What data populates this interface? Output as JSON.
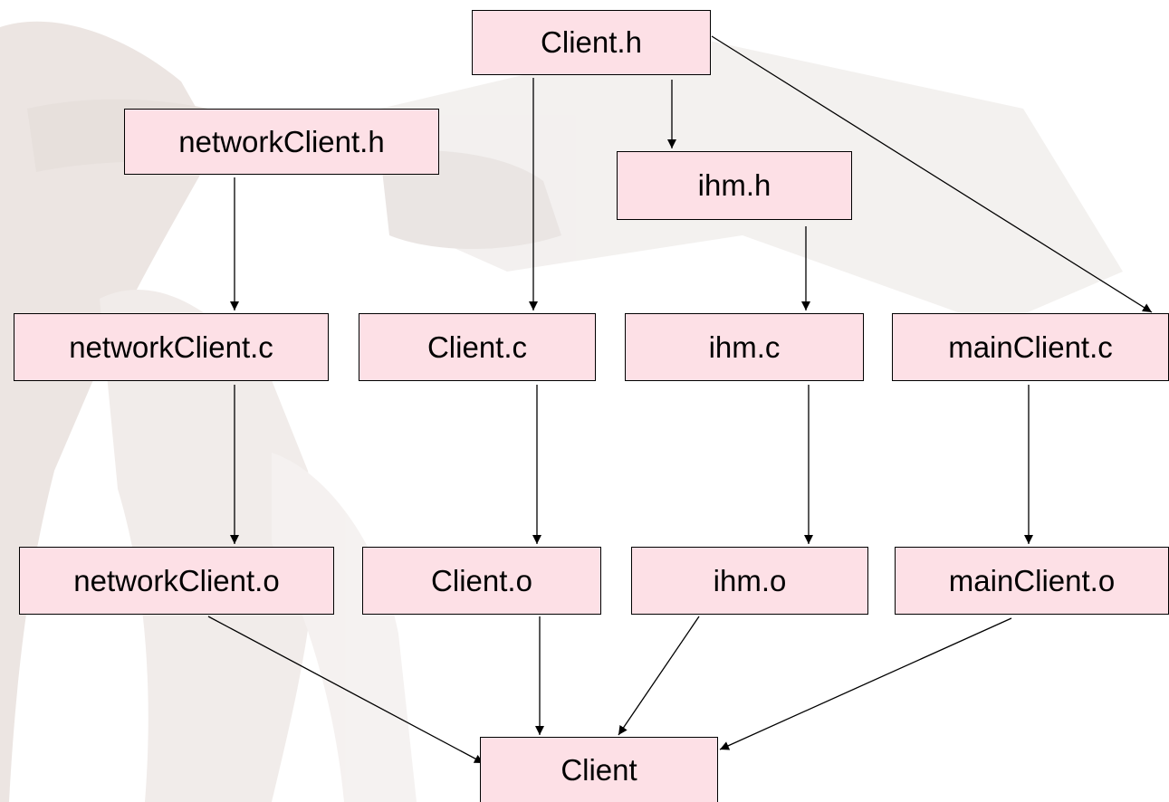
{
  "nodes": {
    "client_h": "Client.h",
    "networkclient_h": "networkClient.h",
    "ihm_h": "ihm.h",
    "networkclient_c": "networkClient.c",
    "client_c": "Client.c",
    "ihm_c": "ihm.c",
    "mainclient_c": "mainClient.c",
    "networkclient_o": "networkClient.o",
    "client_o": "Client.o",
    "ihm_o": "ihm.o",
    "mainclient_o": "mainClient.o",
    "client": "Client"
  },
  "edges": [
    {
      "from": "Client.h",
      "to": "Client.c"
    },
    {
      "from": "Client.h",
      "to": "ihm.h"
    },
    {
      "from": "Client.h",
      "to": "mainClient.c"
    },
    {
      "from": "networkClient.h",
      "to": "networkClient.c"
    },
    {
      "from": "ihm.h",
      "to": "ihm.c"
    },
    {
      "from": "networkClient.c",
      "to": "networkClient.o"
    },
    {
      "from": "Client.c",
      "to": "Client.o"
    },
    {
      "from": "ihm.c",
      "to": "ihm.o"
    },
    {
      "from": "mainClient.c",
      "to": "mainClient.o"
    },
    {
      "from": "networkClient.o",
      "to": "Client"
    },
    {
      "from": "Client.o",
      "to": "Client"
    },
    {
      "from": "ihm.o",
      "to": "Client"
    },
    {
      "from": "mainClient.o",
      "to": "Client"
    }
  ],
  "colors": {
    "node_fill": "#fde0e6",
    "node_border": "#000000",
    "text": "#000000",
    "edge": "#000000"
  },
  "background_image": "faded-warrior-illustration"
}
